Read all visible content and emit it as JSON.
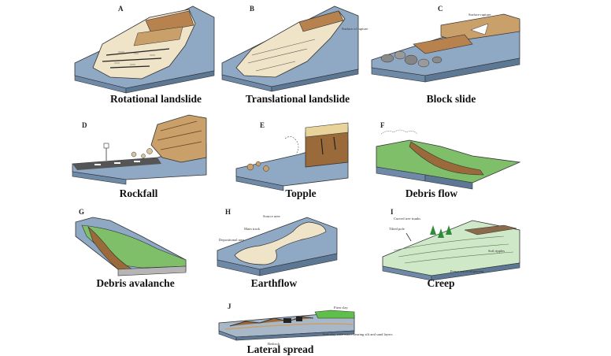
{
  "figure": {
    "panels": [
      {
        "letter": "A",
        "caption": "Rotational landslide",
        "annotations": []
      },
      {
        "letter": "B",
        "caption": "Translational landslide",
        "annotations": [
          "Surface of rupture"
        ]
      },
      {
        "letter": "C",
        "caption": "Block slide",
        "annotations": [
          "Surface rupture"
        ]
      },
      {
        "letter": "D",
        "caption": "Rockfall",
        "annotations": []
      },
      {
        "letter": "E",
        "caption": "Topple",
        "annotations": []
      },
      {
        "letter": "F",
        "caption": "Debris flow",
        "annotations": []
      },
      {
        "letter": "G",
        "caption": "Debris avalanche",
        "annotations": []
      },
      {
        "letter": "H",
        "caption": "Earthflow",
        "annotations": [
          "Source area",
          "Main track",
          "Depositional area"
        ]
      },
      {
        "letter": "I",
        "caption": "Creep",
        "annotations": [
          "Curved tree trunks",
          "Tilted pole",
          "Soil ripples",
          "Fence out of alignment"
        ]
      },
      {
        "letter": "J",
        "caption": "Lateral spread",
        "annotations": [
          "Firm clay",
          "Soft clay with water-bearing silt and sand layers",
          "Bedrock"
        ]
      }
    ],
    "colors": {
      "slope_blue": "#8fa8c4",
      "slope_dark": "#6f8aa8",
      "rock_tan": "#c9a06a",
      "rock_brown": "#9a6a3a",
      "debris_light": "#efe3c8",
      "grass_green": "#7fbf6a",
      "pale_green": "#cfe8c8",
      "gray_block": "#8a8a8a"
    }
  }
}
